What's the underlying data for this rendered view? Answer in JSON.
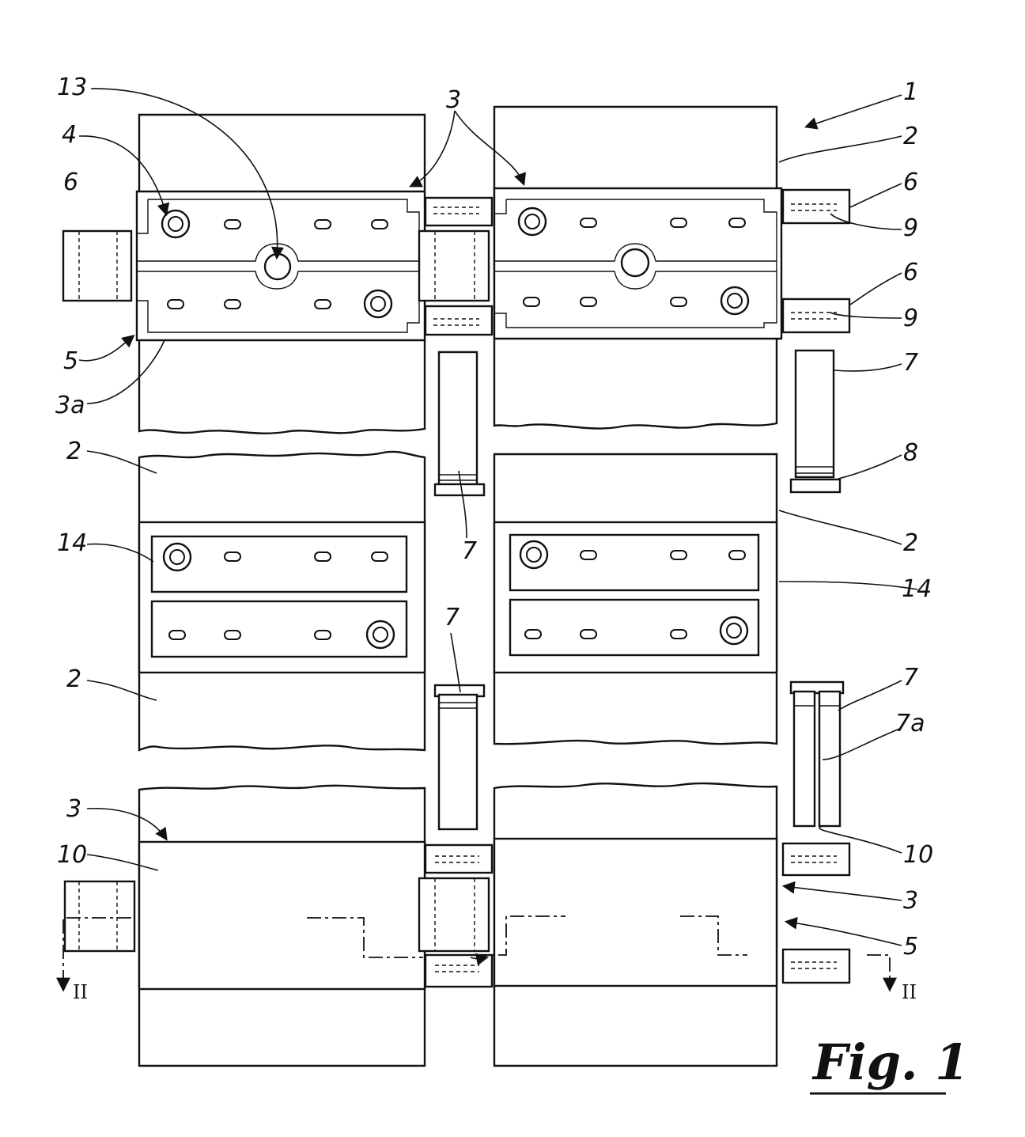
{
  "figure": {
    "title": "Fig. 1",
    "reference_labels": {
      "r1": "1",
      "r2a": "2",
      "r2b": "2",
      "r2c": "2",
      "r2d": "2",
      "r3a": "3",
      "r3b": "3",
      "r3c": "3",
      "r3d": "3a",
      "r4": "4",
      "r5a": "5",
      "r5b": "5",
      "r6a": "6",
      "r6b": "6",
      "r6c": "6",
      "r7a": "7",
      "r7b": "7",
      "r7c": "7",
      "r7d": "7",
      "r7e": "7a",
      "r8": "8",
      "r9a": "9",
      "r9b": "9",
      "r10a": "10",
      "r10b": "10",
      "r13": "13",
      "r14a": "14",
      "r14b": "14"
    },
    "section_labels": {
      "left": "II",
      "right": "II"
    }
  }
}
